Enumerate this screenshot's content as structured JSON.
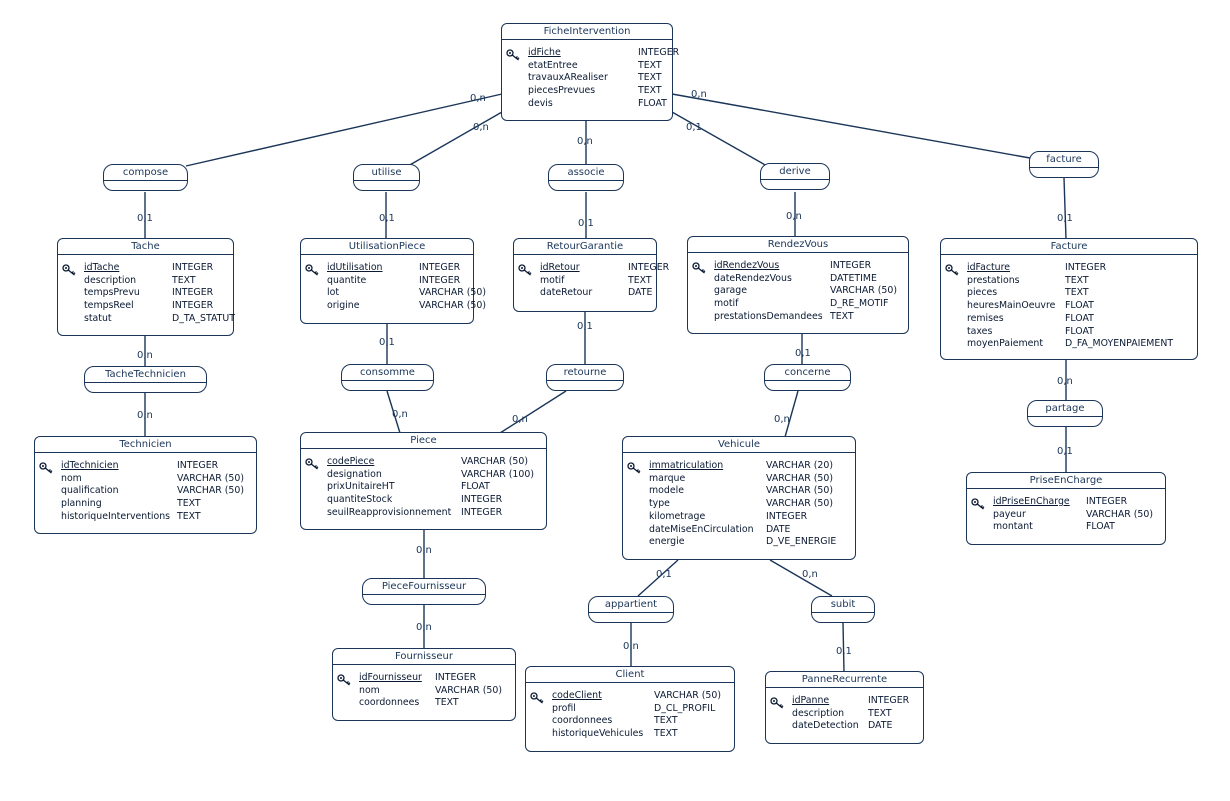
{
  "entities": {
    "fiche": {
      "title": "FicheIntervention",
      "attrs": [
        {
          "name": "idFiche",
          "type": "INTEGER",
          "key": true
        },
        {
          "name": "etatEntree",
          "type": "TEXT"
        },
        {
          "name": "travauxARealiser",
          "type": "TEXT"
        },
        {
          "name": "piecesPrevues",
          "type": "TEXT"
        },
        {
          "name": "devis",
          "type": "FLOAT"
        }
      ]
    },
    "tache": {
      "title": "Tache",
      "attrs": [
        {
          "name": "idTache",
          "type": "INTEGER",
          "key": true
        },
        {
          "name": "description",
          "type": "TEXT"
        },
        {
          "name": "tempsPrevu",
          "type": "INTEGER"
        },
        {
          "name": "tempsReel",
          "type": "INTEGER"
        },
        {
          "name": "statut",
          "type": "D_TA_STATUT"
        }
      ]
    },
    "utilisation": {
      "title": "UtilisationPiece",
      "attrs": [
        {
          "name": "idUtilisation",
          "type": "INTEGER",
          "key": true
        },
        {
          "name": "quantite",
          "type": "INTEGER"
        },
        {
          "name": "lot",
          "type": "VARCHAR (50)"
        },
        {
          "name": "origine",
          "type": "VARCHAR (50)"
        }
      ]
    },
    "retour": {
      "title": "RetourGarantie",
      "attrs": [
        {
          "name": "idRetour",
          "type": "INTEGER",
          "key": true
        },
        {
          "name": "motif",
          "type": "TEXT"
        },
        {
          "name": "dateRetour",
          "type": "DATE"
        }
      ]
    },
    "rdv": {
      "title": "RendezVous",
      "attrs": [
        {
          "name": "idRendezVous",
          "type": "INTEGER",
          "key": true
        },
        {
          "name": "dateRendezVous",
          "type": "DATETIME"
        },
        {
          "name": "garage",
          "type": "VARCHAR (50)"
        },
        {
          "name": "motif",
          "type": "D_RE_MOTIF"
        },
        {
          "name": "prestationsDemandees",
          "type": "TEXT"
        }
      ]
    },
    "facture": {
      "title": "Facture",
      "attrs": [
        {
          "name": "idFacture",
          "type": "INTEGER",
          "key": true
        },
        {
          "name": "prestations",
          "type": "TEXT"
        },
        {
          "name": "pieces",
          "type": "TEXT"
        },
        {
          "name": "heuresMainOeuvre",
          "type": "FLOAT"
        },
        {
          "name": "remises",
          "type": "FLOAT"
        },
        {
          "name": "taxes",
          "type": "FLOAT"
        },
        {
          "name": "moyenPaiement",
          "type": "D_FA_MOYENPAIEMENT"
        }
      ]
    },
    "technicien": {
      "title": "Technicien",
      "attrs": [
        {
          "name": "idTechnicien",
          "type": "INTEGER",
          "key": true
        },
        {
          "name": "nom",
          "type": "VARCHAR (50)"
        },
        {
          "name": "qualification",
          "type": "VARCHAR (50)"
        },
        {
          "name": "planning",
          "type": "TEXT"
        },
        {
          "name": "historiqueInterventions",
          "type": "TEXT"
        }
      ]
    },
    "piece": {
      "title": "Piece",
      "attrs": [
        {
          "name": "codePiece",
          "type": "VARCHAR (50)",
          "key": true
        },
        {
          "name": "designation",
          "type": "VARCHAR (100)"
        },
        {
          "name": "prixUnitaireHT",
          "type": "FLOAT"
        },
        {
          "name": "quantiteStock",
          "type": "INTEGER"
        },
        {
          "name": "seuilReapprovisionnement",
          "type": "INTEGER"
        }
      ]
    },
    "vehicule": {
      "title": "Vehicule",
      "attrs": [
        {
          "name": "immatriculation",
          "type": "VARCHAR (20)",
          "key": true
        },
        {
          "name": "marque",
          "type": "VARCHAR (50)"
        },
        {
          "name": "modele",
          "type": "VARCHAR (50)"
        },
        {
          "name": "type",
          "type": "VARCHAR (50)"
        },
        {
          "name": "kilometrage",
          "type": "INTEGER"
        },
        {
          "name": "dateMiseEnCirculation",
          "type": "DATE"
        },
        {
          "name": "energie",
          "type": "D_VE_ENERGIE"
        }
      ]
    },
    "prise": {
      "title": "PriseEnCharge",
      "attrs": [
        {
          "name": "idPriseEnCharge",
          "type": "INTEGER",
          "key": true
        },
        {
          "name": "payeur",
          "type": "VARCHAR (50)"
        },
        {
          "name": "montant",
          "type": "FLOAT"
        }
      ]
    },
    "fournisseur": {
      "title": "Fournisseur",
      "attrs": [
        {
          "name": "idFournisseur",
          "type": "INTEGER",
          "key": true
        },
        {
          "name": "nom",
          "type": "VARCHAR (50)"
        },
        {
          "name": "coordonnees",
          "type": "TEXT"
        }
      ]
    },
    "client": {
      "title": "Client",
      "attrs": [
        {
          "name": "codeClient",
          "type": "VARCHAR (50)",
          "key": true
        },
        {
          "name": "profil",
          "type": "D_CL_PROFIL"
        },
        {
          "name": "coordonnees",
          "type": "TEXT"
        },
        {
          "name": "historiqueVehicules",
          "type": "TEXT"
        }
      ]
    },
    "panne": {
      "title": "PanneRecurrente",
      "attrs": [
        {
          "name": "idPanne",
          "type": "INTEGER",
          "key": true
        },
        {
          "name": "description",
          "type": "TEXT"
        },
        {
          "name": "dateDetection",
          "type": "DATE"
        }
      ]
    }
  },
  "associations": {
    "compose": "compose",
    "utilise": "utilise",
    "associe": "associe",
    "derive": "derive",
    "facture": "facture",
    "tacheTechnicien": "TacheTechnicien",
    "consomme": "consomme",
    "retourne": "retourne",
    "concerne": "concerne",
    "partage": "partage",
    "pieceFournisseur": "PieceFournisseur",
    "appartient": "appartient",
    "subit": "subit"
  },
  "cardinalities": {
    "compose_fiche": "0,n",
    "compose_tache": "0,1",
    "utilise_fiche": "0,n",
    "utilise_util": "0,1",
    "associe_fiche": "0,n",
    "associe_retour": "0,1",
    "derive_fiche": "0,1",
    "derive_rdv": "0,n",
    "facture_fiche": "0,n",
    "facture_facture": "0,1",
    "tt_tache": "0,n",
    "tt_tech": "0,n",
    "consomme_util": "0,1",
    "consomme_piece": "0,n",
    "retourne_retour": "0,1",
    "retourne_piece": "0,n",
    "concerne_rdv": "0,1",
    "concerne_veh": "0,n",
    "partage_facture": "0,n",
    "partage_prise": "0,1",
    "pf_piece": "0,n",
    "pf_fourn": "0,n",
    "appartient_veh": "0,1",
    "appartient_client": "0,n",
    "subit_veh": "0,n",
    "subit_panne": "0,1"
  }
}
